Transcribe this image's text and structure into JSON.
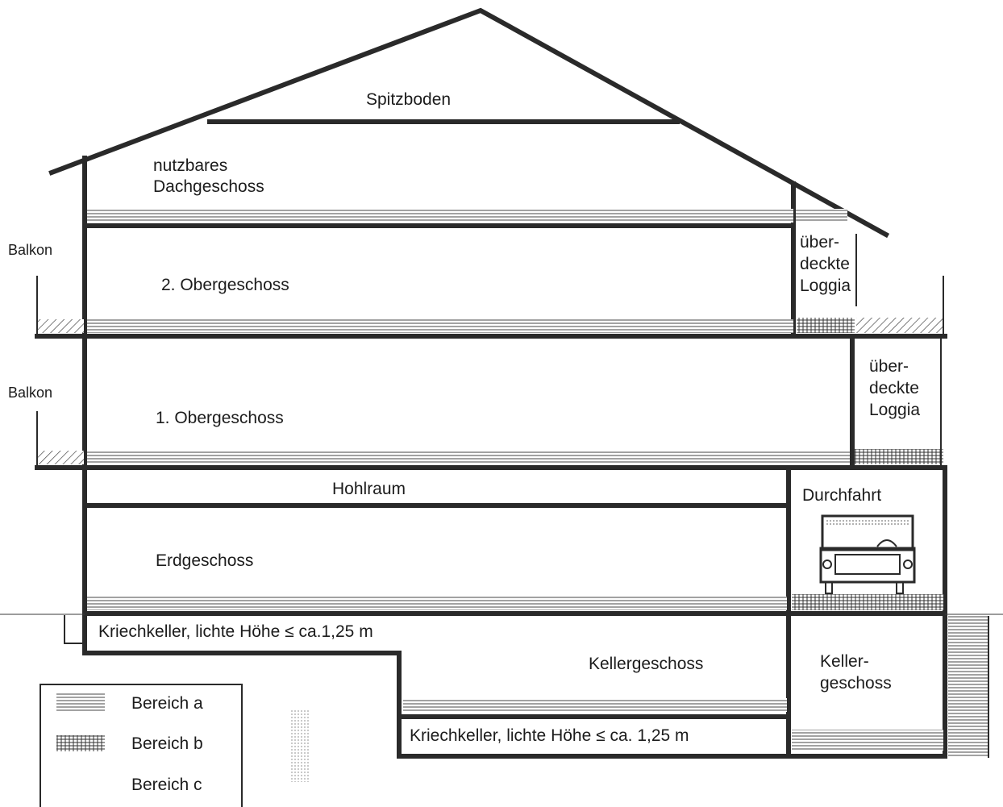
{
  "diagram": {
    "floors": {
      "attic_peak": "Spitzboden",
      "attic_usable_1": "nutzbares",
      "attic_usable_2": "Dachgeschoss",
      "floor2": "2. Obergeschoss",
      "floor1": "1. Obergeschoss",
      "cavity": "Hohlraum",
      "ground": "Erdgeschoss",
      "basement": "Kellergeschoss",
      "basement_right_1": "Keller-",
      "basement_right_2": "geschoss",
      "crawl_upper": "Kriechkeller, lichte Höhe ≤ ca.1,25 m",
      "crawl_lower": "Kriechkeller, lichte Höhe ≤ ca. 1,25 m",
      "passage": "Durchfahrt"
    },
    "side_labels": {
      "balcony_upper": "Balkon",
      "balcony_lower": "Balkon"
    },
    "loggia_upper": [
      "über-",
      "deckte",
      "Loggia"
    ],
    "loggia_lower": [
      "über-",
      "deckte",
      "Loggia"
    ]
  },
  "legend": {
    "items": [
      {
        "pattern": "horizontal-lines",
        "label": "Bereich a"
      },
      {
        "pattern": "cross-hatch",
        "label": "Bereich b"
      },
      {
        "pattern": "none",
        "label": "Bereich c"
      }
    ]
  },
  "colors": {
    "ink": "#2a2a2a",
    "background": "#ffffff"
  }
}
